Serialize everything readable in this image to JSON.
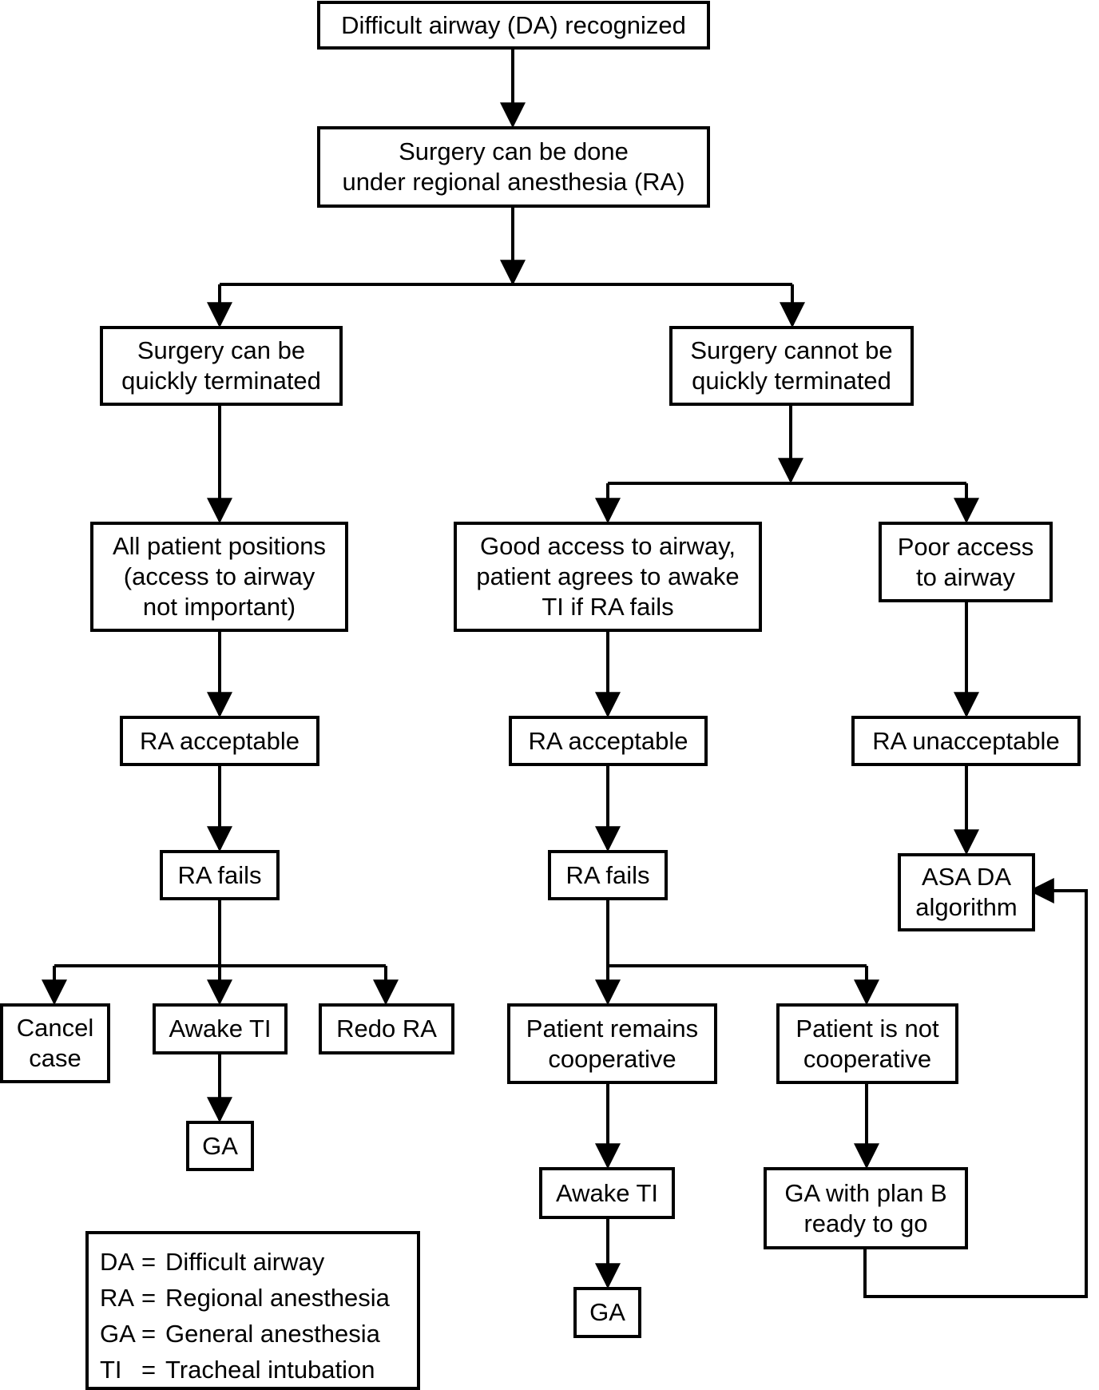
{
  "nodes": {
    "da_recognized": [
      "Difficult airway (DA) recognized"
    ],
    "surgery_ra": [
      "Surgery can be done",
      "under regional anesthesia (RA)"
    ],
    "quick_terminate": [
      "Surgery can be",
      "quickly terminated"
    ],
    "not_quick_terminate": [
      "Surgery cannot be",
      "quickly terminated"
    ],
    "all_positions": [
      "All patient positions",
      "(access to airway",
      "not important)"
    ],
    "good_access": [
      "Good access to airway,",
      "patient agrees to awake",
      "TI if RA fails"
    ],
    "poor_access": [
      "Poor access",
      "to airway"
    ],
    "ra_acceptable_left": [
      "RA acceptable"
    ],
    "ra_acceptable_mid": [
      "RA acceptable"
    ],
    "ra_unacceptable": [
      "RA unacceptable"
    ],
    "ra_fails_left": [
      "RA fails"
    ],
    "ra_fails_mid": [
      "RA fails"
    ],
    "asa_algorithm": [
      "ASA DA",
      "algorithm"
    ],
    "cancel_case": [
      "Cancel",
      "case"
    ],
    "awake_ti_left": [
      "Awake TI"
    ],
    "redo_ra": [
      "Redo RA"
    ],
    "patient_cooperative": [
      "Patient remains",
      "cooperative"
    ],
    "patient_not_cooperative": [
      "Patient is not",
      "cooperative"
    ],
    "ga_left": [
      "GA"
    ],
    "awake_ti_mid": [
      "Awake TI"
    ],
    "ga_plan_b": [
      "GA with plan B",
      "ready to go"
    ],
    "ga_mid": [
      "GA"
    ]
  },
  "legend": [
    {
      "abbr": "DA",
      "text": "Difficult airway"
    },
    {
      "abbr": "RA",
      "text": "Regional anesthesia"
    },
    {
      "abbr": "GA",
      "text": "General anesthesia"
    },
    {
      "abbr": "TI",
      "text": "Tracheal intubation"
    }
  ]
}
